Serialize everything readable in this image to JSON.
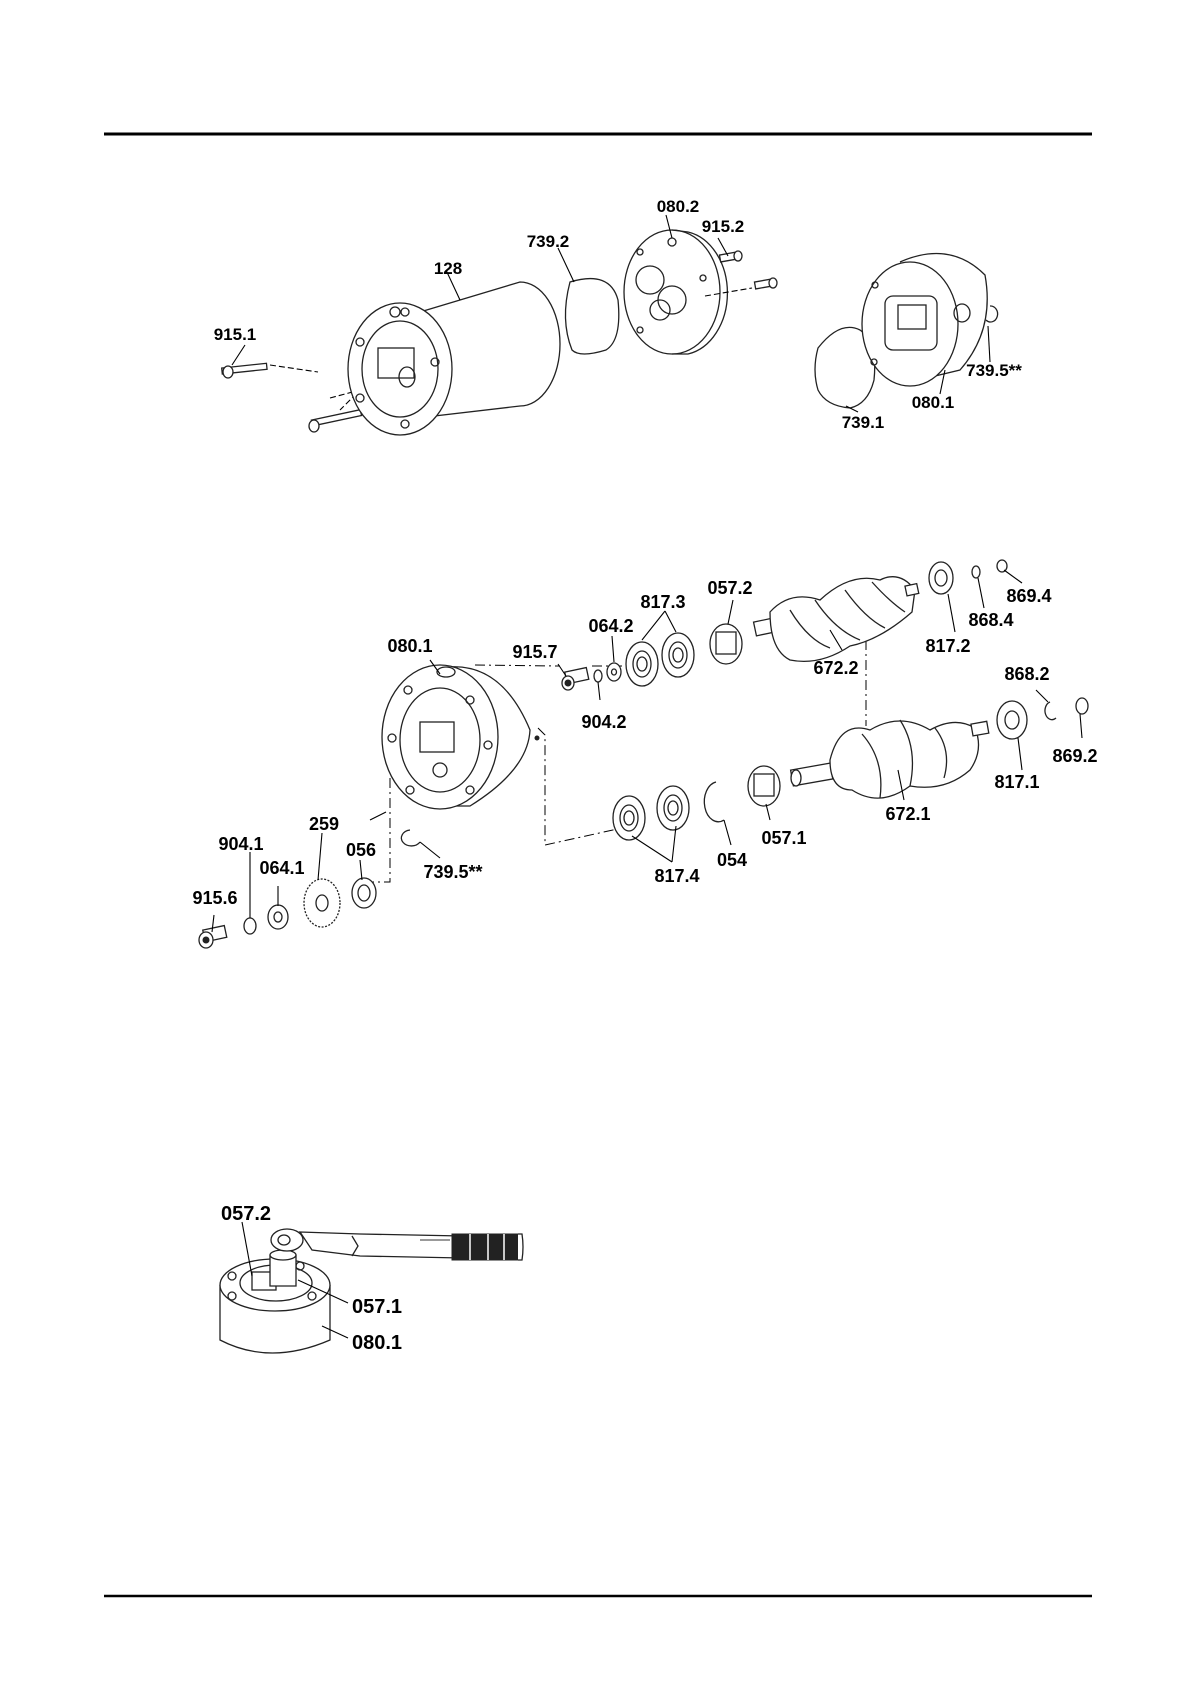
{
  "figures": [
    {
      "id": "fig1",
      "labels": [
        {
          "key": "l128",
          "text": "128"
        },
        {
          "key": "l7392",
          "text": "739.2"
        },
        {
          "key": "l0802",
          "text": "080.2"
        },
        {
          "key": "l9152",
          "text": "915.2"
        },
        {
          "key": "l9151",
          "text": "915.1"
        },
        {
          "key": "l7395",
          "text": "739.5**"
        },
        {
          "key": "l0801",
          "text": "080.1"
        },
        {
          "key": "l7391",
          "text": "739.1"
        }
      ]
    },
    {
      "id": "fig2",
      "labels": [
        {
          "key": "l8173",
          "text": "817.3"
        },
        {
          "key": "l0572",
          "text": "057.2"
        },
        {
          "key": "l6422",
          "text": "064.2"
        },
        {
          "key": "l0801",
          "text": "080.1"
        },
        {
          "key": "l9157",
          "text": "915.7"
        },
        {
          "key": "l9042",
          "text": "904.2"
        },
        {
          "key": "l6722",
          "text": "672.2"
        },
        {
          "key": "l8172",
          "text": "817.2"
        },
        {
          "key": "l8684",
          "text": "868.4"
        },
        {
          "key": "l8694",
          "text": "869.4"
        },
        {
          "key": "l8682",
          "text": "868.2"
        },
        {
          "key": "l8692",
          "text": "869.2"
        },
        {
          "key": "l8171",
          "text": "817.1"
        },
        {
          "key": "l6721",
          "text": "672.1"
        },
        {
          "key": "l0571",
          "text": "057.1"
        },
        {
          "key": "l054",
          "text": "054"
        },
        {
          "key": "l8174",
          "text": "817.4"
        },
        {
          "key": "l7395",
          "text": "739.5**"
        },
        {
          "key": "l259",
          "text": "259"
        },
        {
          "key": "l9041",
          "text": "904.1"
        },
        {
          "key": "l0641",
          "text": "064.1"
        },
        {
          "key": "l056",
          "text": "056"
        },
        {
          "key": "l9156",
          "text": "915.6"
        }
      ]
    },
    {
      "id": "fig3",
      "labels": [
        {
          "key": "l0572",
          "text": "057.2"
        },
        {
          "key": "l0571",
          "text": "057.1"
        },
        {
          "key": "l0801",
          "text": "080.1"
        }
      ]
    }
  ]
}
